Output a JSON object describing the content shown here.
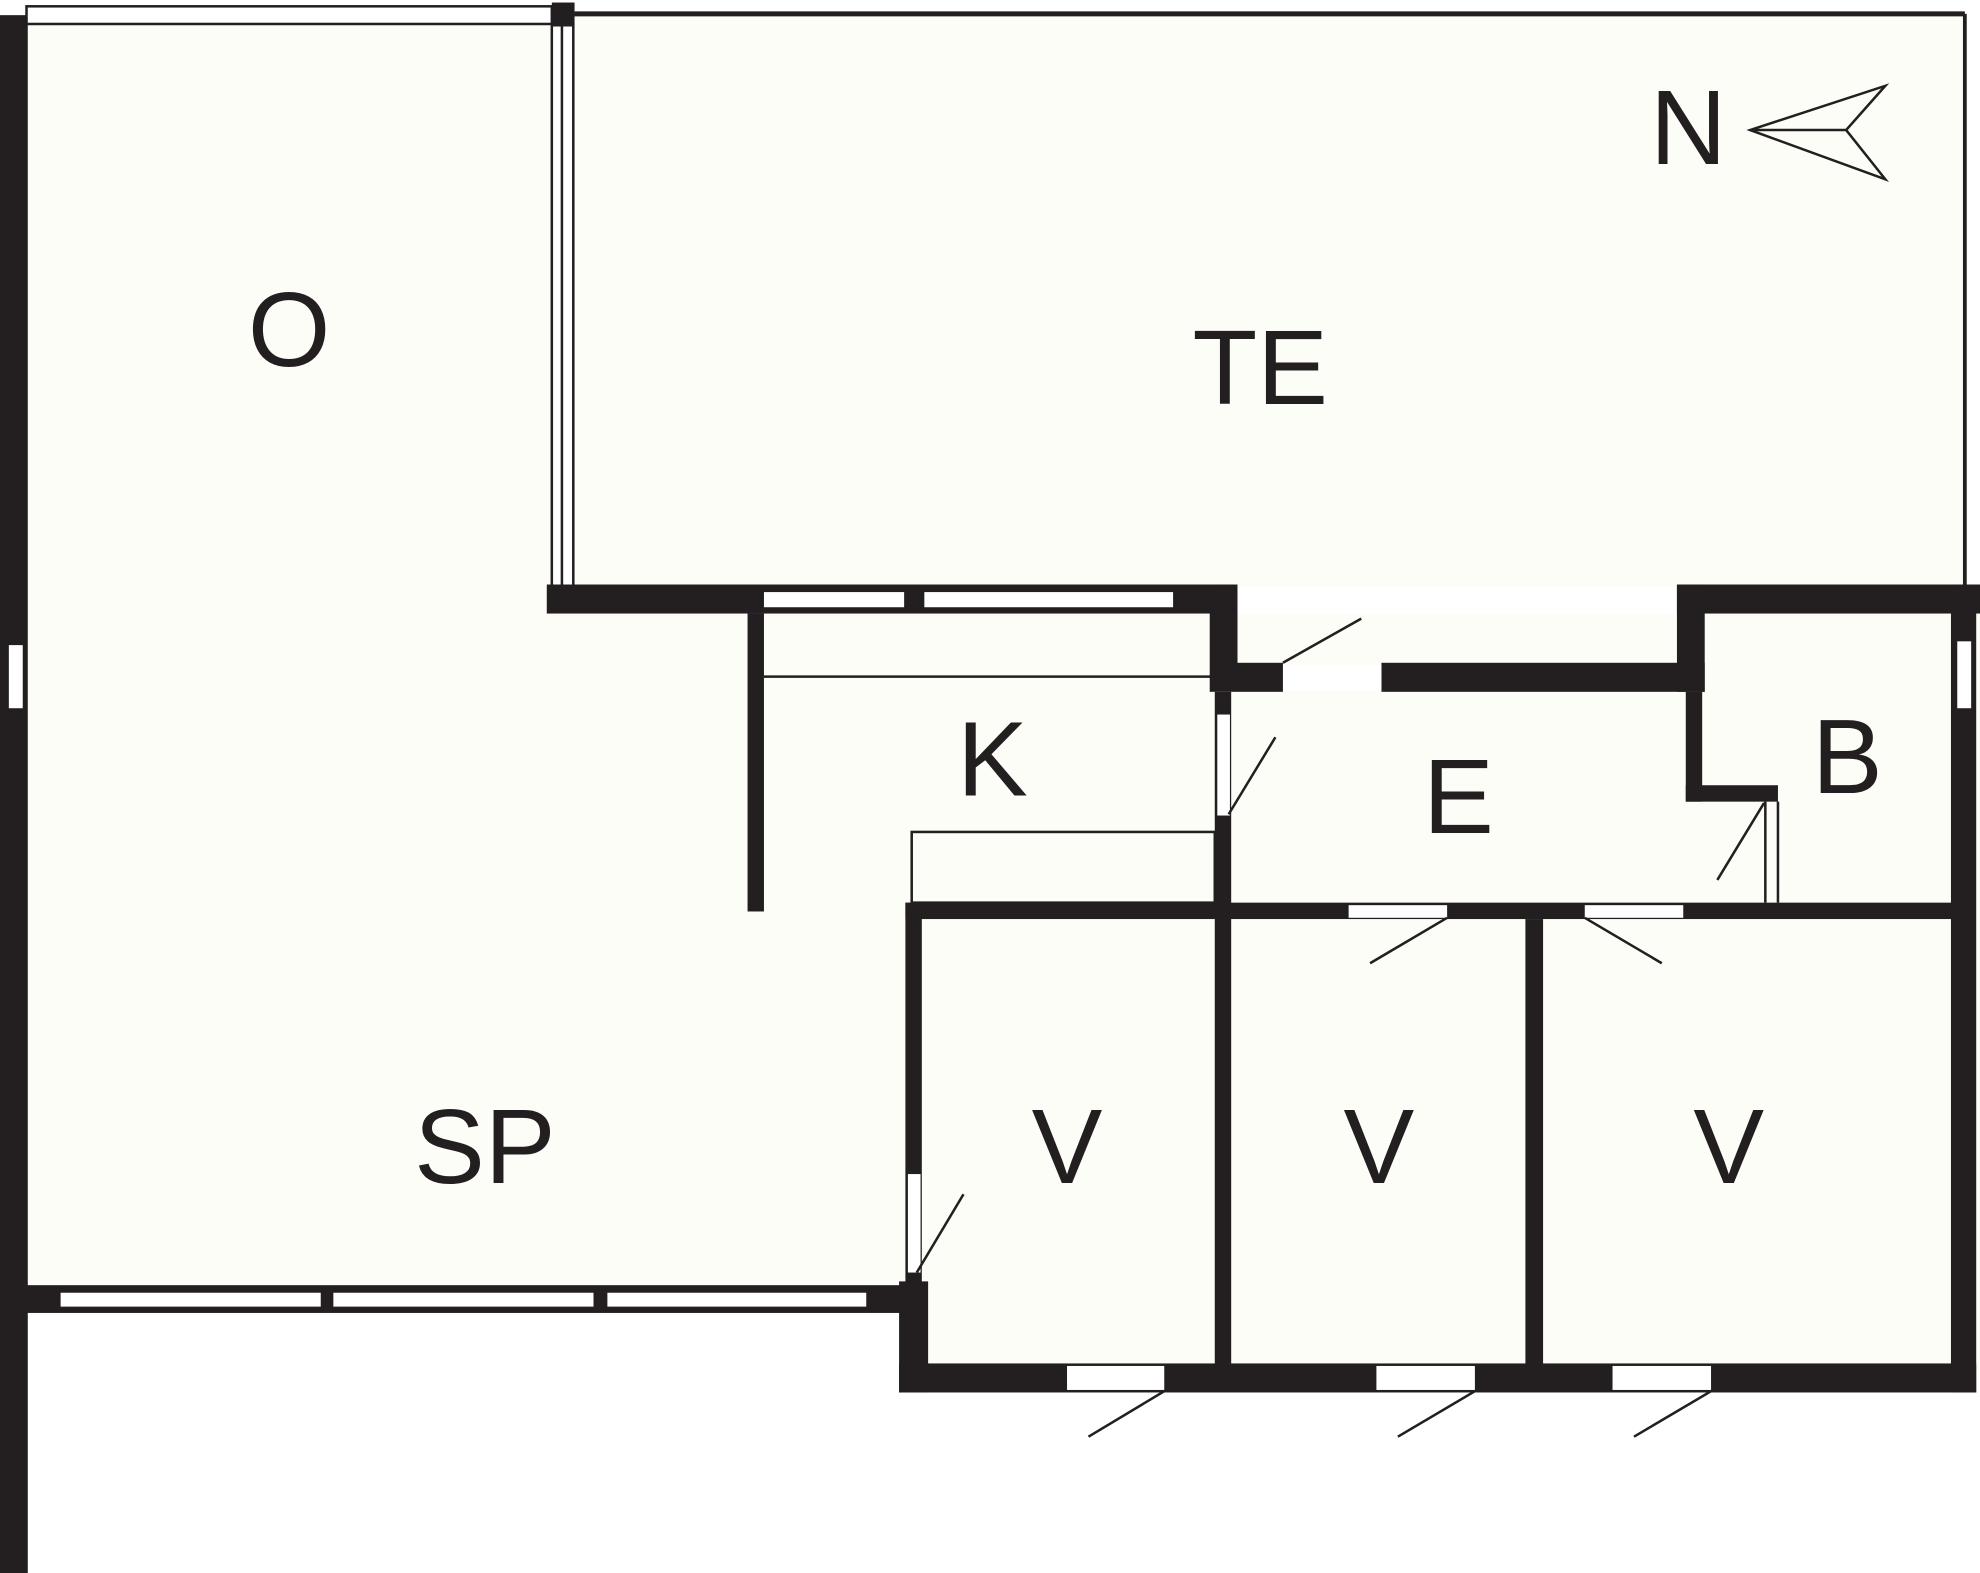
{
  "floorplan": {
    "rooms": {
      "o": "O",
      "te": "TE",
      "k": "K",
      "e": "E",
      "b": "B",
      "sp": "SP",
      "v1": "V",
      "v2": "V",
      "v3": "V"
    },
    "compass": {
      "label": "N",
      "icon": "north-arrow-icon"
    },
    "colors": {
      "wall": "#231f20",
      "room": "#fdfdf7"
    }
  }
}
